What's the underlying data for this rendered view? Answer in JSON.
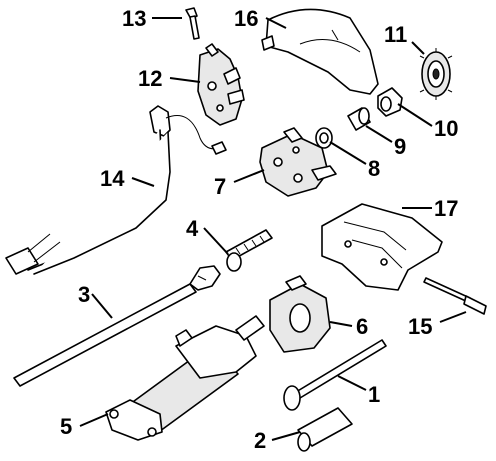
{
  "diagram": {
    "callouts": [
      {
        "id": "c1",
        "label": "1"
      },
      {
        "id": "c2",
        "label": "2"
      },
      {
        "id": "c3",
        "label": "3"
      },
      {
        "id": "c4",
        "label": "4"
      },
      {
        "id": "c5",
        "label": "5"
      },
      {
        "id": "c6",
        "label": "6"
      },
      {
        "id": "c7",
        "label": "7"
      },
      {
        "id": "c8",
        "label": "8"
      },
      {
        "id": "c9",
        "label": "9"
      },
      {
        "id": "c10",
        "label": "10"
      },
      {
        "id": "c11",
        "label": "11"
      },
      {
        "id": "c12",
        "label": "12"
      },
      {
        "id": "c13",
        "label": "13"
      },
      {
        "id": "c14",
        "label": "14"
      },
      {
        "id": "c15",
        "label": "15"
      },
      {
        "id": "c16",
        "label": "16"
      },
      {
        "id": "c17",
        "label": "17"
      }
    ]
  },
  "colors": {
    "ink": "#000000",
    "background": "#ffffff",
    "shade": "#e8e8e8"
  }
}
